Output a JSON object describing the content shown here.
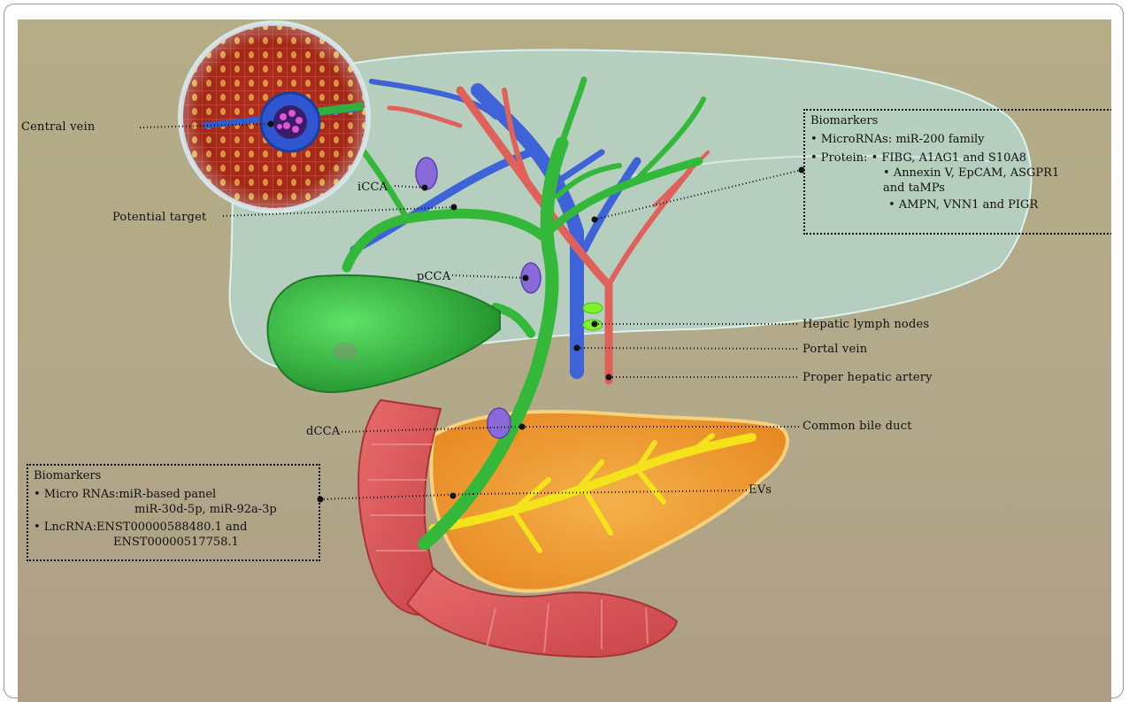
{
  "labels": {
    "central_vein": "Central vein",
    "icca": "iCCA",
    "potential_target": "Potential target",
    "pcca": "pCCA",
    "dcca": "dCCA",
    "hepatic_lymph_nodes": "Hepatic lymph nodes",
    "portal_vein": "Portal vein",
    "proper_hepatic_artery": "Proper   hepatic   artery",
    "common_bile_duct": "Common bile duct",
    "evs": "EVs"
  },
  "biomarkers_top": {
    "title": "Biomarkers",
    "microrna": "•  MicroRNAs: miR-200 family",
    "protein_prefix": "•  Protein:",
    "protein_1": "• FIBG, A1AG1 and S10A8",
    "protein_2": "• Annexin V, EpCAM, ASGPR1",
    "protein_2b": "and taMPs",
    "protein_3": "• AMPN, VNN1 and PIGR"
  },
  "biomarkers_bottom": {
    "title": "Biomarkers",
    "microrna_1": "•  Micro RNAs:miR-based panel",
    "microrna_2": "miR-30d-5p, miR-92a-3p",
    "lncrna_1": "•  LncRNA:ENST00000588480.1 and",
    "lncrna_2": "ENST00000517758.1"
  },
  "colors": {
    "bile_duct": "#33b83a",
    "portal_vein": "#3e62d8",
    "hepatic_artery": "#e0615a",
    "liver": "#b7e6e3",
    "pancreas": "#f2a93c",
    "pancreatic_duct": "#f4e21a",
    "duodenum": "#df5a5c",
    "tumor": "#8a6ad8",
    "lymph_node": "#7cf22a"
  }
}
